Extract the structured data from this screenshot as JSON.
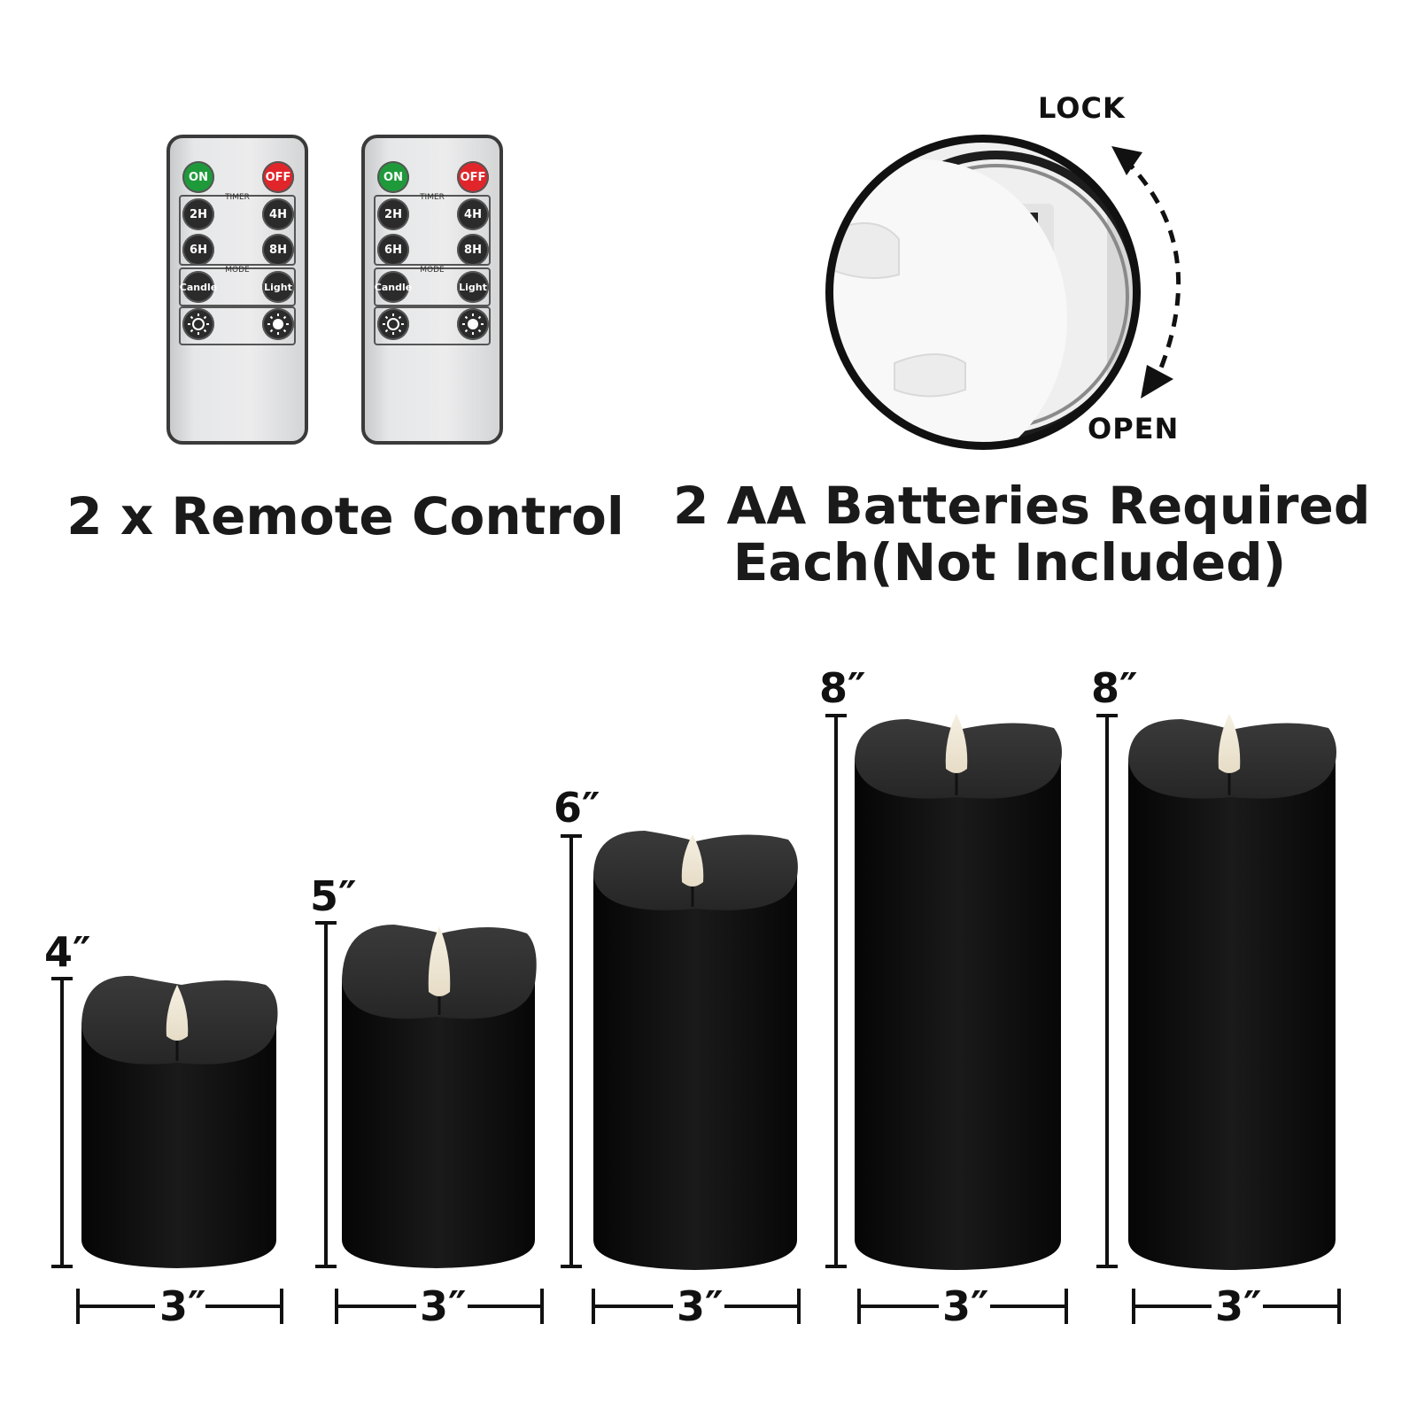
{
  "remote": {
    "caption": "2 x Remote Control",
    "count": 2,
    "buttons": {
      "on": "ON",
      "off": "OFF",
      "timer_label": "TIMER",
      "t2": "2H",
      "t4": "4H",
      "t6": "6H",
      "t8": "8H",
      "mode_label": "MODE",
      "candle": "Candle",
      "light": "Light",
      "dim_icon": "brightness-down-icon",
      "bright_icon": "brightness-up-icon"
    }
  },
  "battery": {
    "caption_line1": "2 AA Batteries Required",
    "caption_line2": "Each(Not Included)",
    "lock_label": "LOCK",
    "open_label": "OPEN"
  },
  "candles": {
    "items": [
      {
        "height": "4″",
        "width": "3″"
      },
      {
        "height": "5″",
        "width": "3″"
      },
      {
        "height": "6″",
        "width": "3″"
      },
      {
        "height": "8″",
        "width": "3″"
      },
      {
        "height": "8″",
        "width": "3″"
      }
    ]
  },
  "colors": {
    "candle": "#111111",
    "remote_on": "#1f9a3a",
    "remote_off": "#e0262b"
  }
}
